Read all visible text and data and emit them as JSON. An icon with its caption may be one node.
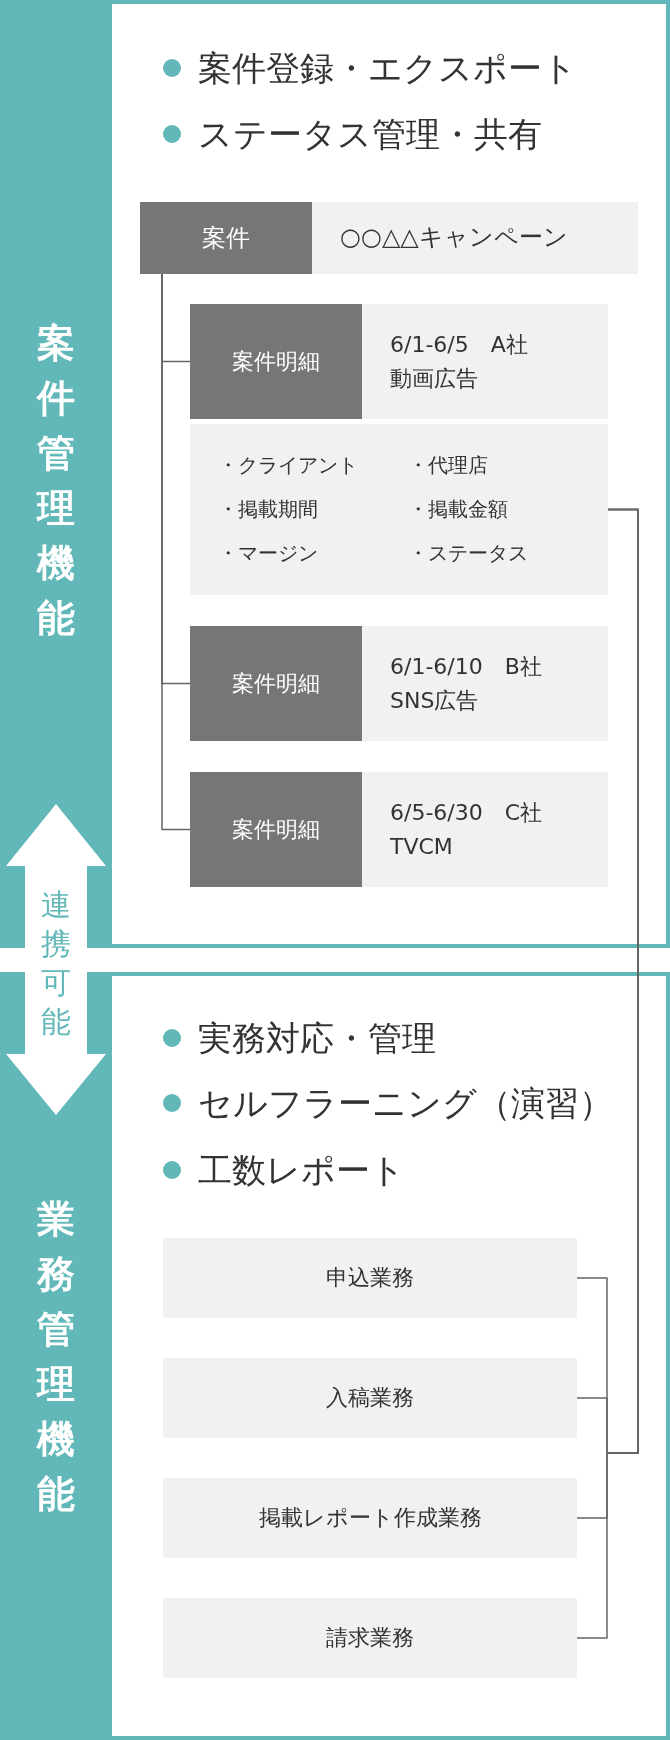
{
  "diagram": {
    "nodes": [
      {
        "text": [
          "案件管理機能",
          "案件登録・エクスポート",
          "ステータス管理・共有"
        ]
      },
      {
        "text": [
          "案件",
          "○○△△キャンペーン"
        ],
        "in": 0
      },
      {
        "text": [
          "案件明細",
          "6/1-6/5　A社動画広告"
        ],
        "in": 0
      },
      {
        "text": [
          "・クライアント",
          "・代理店",
          "・掲載期間",
          "・掲載金額",
          "・マージン",
          "・ステータス"
        ],
        "in": 0
      },
      {
        "text": [
          "案件明細",
          "6/1-6/10　B社SNS広告"
        ],
        "in": 0
      },
      {
        "text": [
          "案件明細",
          "6/5-6/30　C社TVCM"
        ],
        "in": 0
      },
      {
        "text": [
          "業務管理機能",
          "実務対応・管理",
          "セルフラーニング（演習）",
          "工数レポート"
        ]
      },
      {
        "text": [
          "申込業務"
        ],
        "in": 6
      },
      {
        "text": [
          "入稿業務"
        ],
        "in": 6
      },
      {
        "text": [
          "掲載レポート作成業務"
        ],
        "in": 6
      },
      {
        "text": [
          "請求業務"
        ],
        "in": 6
      }
    ],
    "edges": [
      {
        "from": 1,
        "to": 2,
        "arrow": "none"
      },
      {
        "from": 1,
        "to": 4,
        "arrow": "none"
      },
      {
        "from": 1,
        "to": 5,
        "arrow": "none"
      },
      {
        "from": 3,
        "to": 7,
        "arrow": "none"
      },
      {
        "from": 3,
        "to": 8,
        "arrow": "none"
      },
      {
        "from": 3,
        "to": 9,
        "arrow": "none"
      },
      {
        "from": 3,
        "to": 10,
        "arrow": "none"
      },
      {
        "from": 0,
        "to": 6,
        "arrow": "both",
        "label": "連携可能"
      }
    ]
  }
}
